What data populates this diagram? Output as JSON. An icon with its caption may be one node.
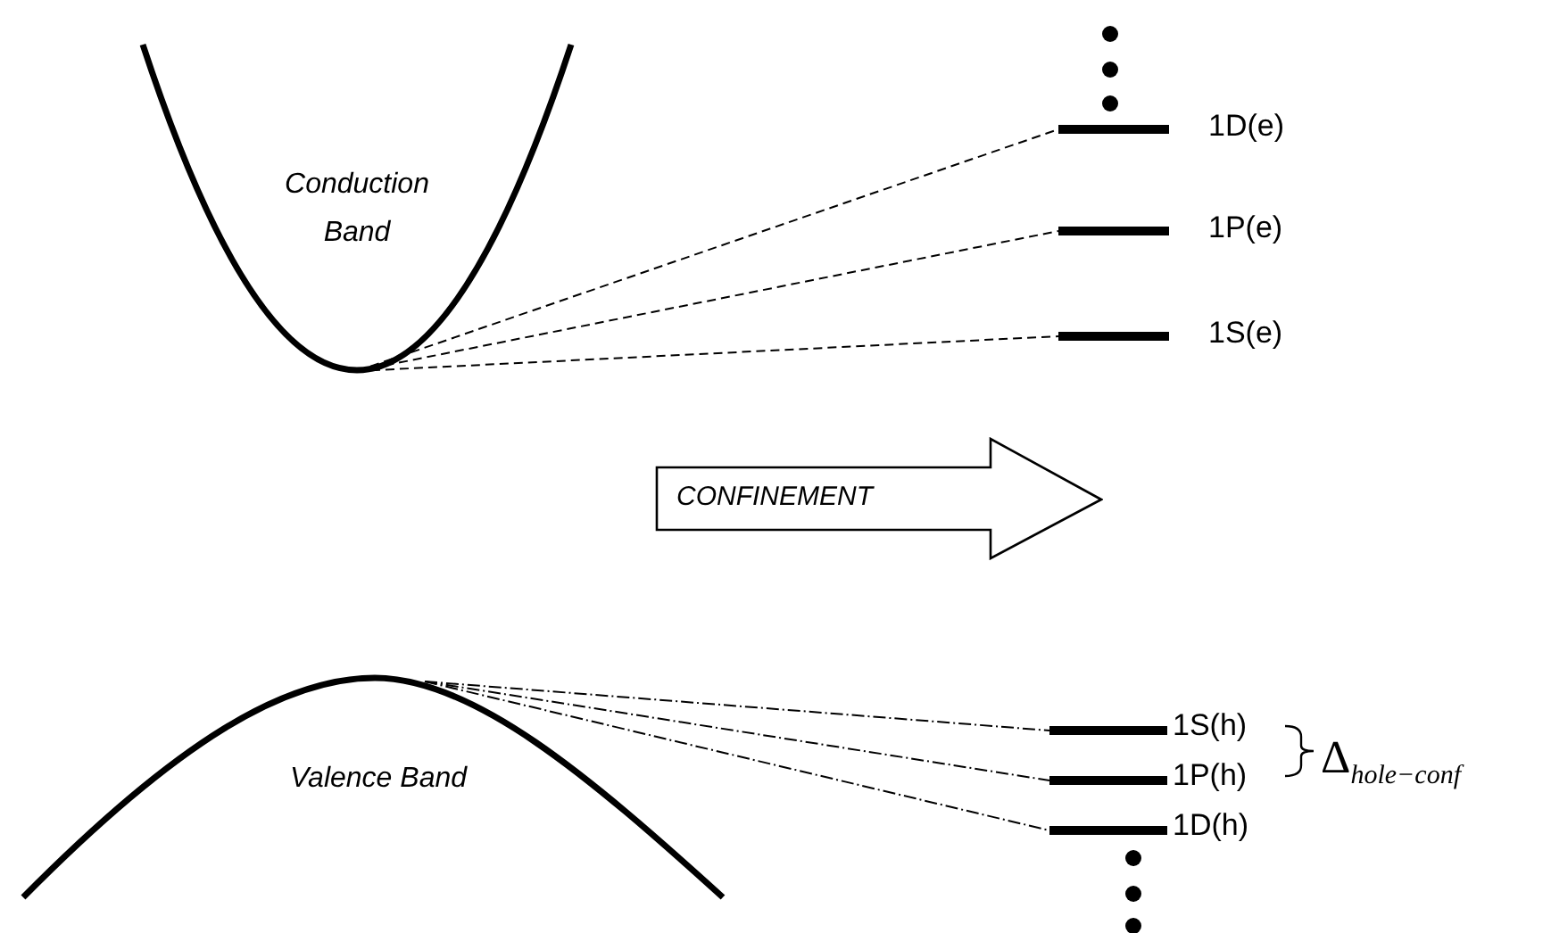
{
  "diagram": {
    "nodes": [
      {
        "text": [
          "Conduction Band"
        ]
      },
      {
        "text": [],
        "shape": "bar",
        "beside": [
          "1D(e)"
        ]
      },
      {
        "text": [],
        "shape": "bar",
        "beside": [
          "1P(e)"
        ]
      },
      {
        "text": [],
        "shape": "bar",
        "beside": [
          "1S(e)"
        ]
      },
      {
        "text": [
          "CONFINEMENT"
        ]
      },
      {
        "text": [
          "Valence Band"
        ]
      },
      {
        "text": [],
        "shape": "bar",
        "beside": [
          "1S(h)"
        ]
      },
      {
        "text": [],
        "shape": "bar",
        "beside": [
          "1P(h)"
        ]
      },
      {
        "text": [],
        "shape": "bar",
        "beside": [
          "1D(h)"
        ]
      }
    ],
    "edges": [
      {
        "from": 0,
        "to": 1,
        "arrow": "none",
        "style": "dashed"
      },
      {
        "from": 0,
        "to": 2,
        "arrow": "none",
        "style": "dashed"
      },
      {
        "from": 0,
        "to": 3,
        "arrow": "none",
        "style": "dashed"
      },
      {
        "from": 5,
        "to": 6,
        "arrow": "none",
        "style": "dashed"
      },
      {
        "from": 5,
        "to": 7,
        "arrow": "none",
        "style": "dashed"
      },
      {
        "from": 5,
        "to": 8,
        "arrow": "none",
        "style": "dashed"
      }
    ],
    "labels": [
      "Δ$_{hole−conf}$"
    ]
  }
}
